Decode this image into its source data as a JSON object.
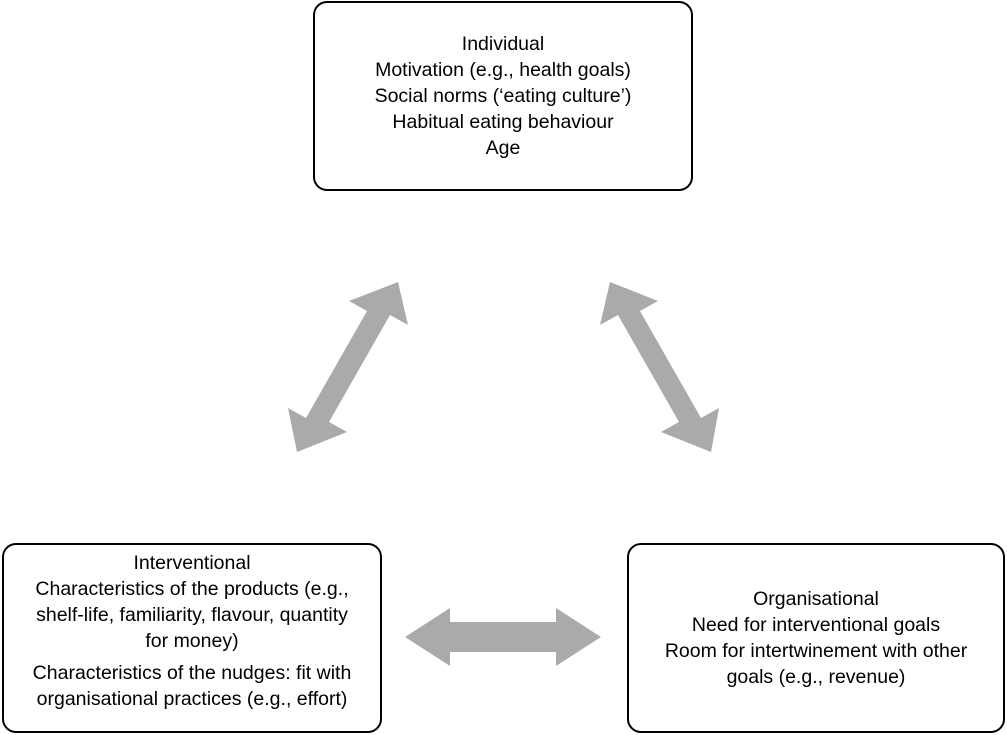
{
  "nodes": {
    "individual": {
      "title": "Individual",
      "lines": [
        "Motivation (e.g., health goals)",
        "Social norms (‘eating culture’)",
        "Habitual eating behaviour",
        "Age"
      ]
    },
    "interventional": {
      "title": "Interventional",
      "paragraph1": [
        "Characteristics of the products (e.g.,",
        "shelf-life, familiarity, flavour, quantity",
        "for money)"
      ],
      "paragraph2": [
        "Characteristics of the nudges: fit with",
        "organisational practices (e.g., effort)"
      ]
    },
    "organisational": {
      "title": "Organisational",
      "lines": [
        "Need for interventional goals",
        "Room for intertwinement with other",
        "goals (e.g., revenue)"
      ]
    }
  },
  "edges": [
    {
      "from": "individual",
      "to": "interventional",
      "direction": "both"
    },
    {
      "from": "individual",
      "to": "organisational",
      "direction": "both"
    },
    {
      "from": "interventional",
      "to": "organisational",
      "direction": "both"
    }
  ],
  "colors": {
    "arrow": "#aaaaaa",
    "border": "#000000",
    "text": "#000000"
  }
}
